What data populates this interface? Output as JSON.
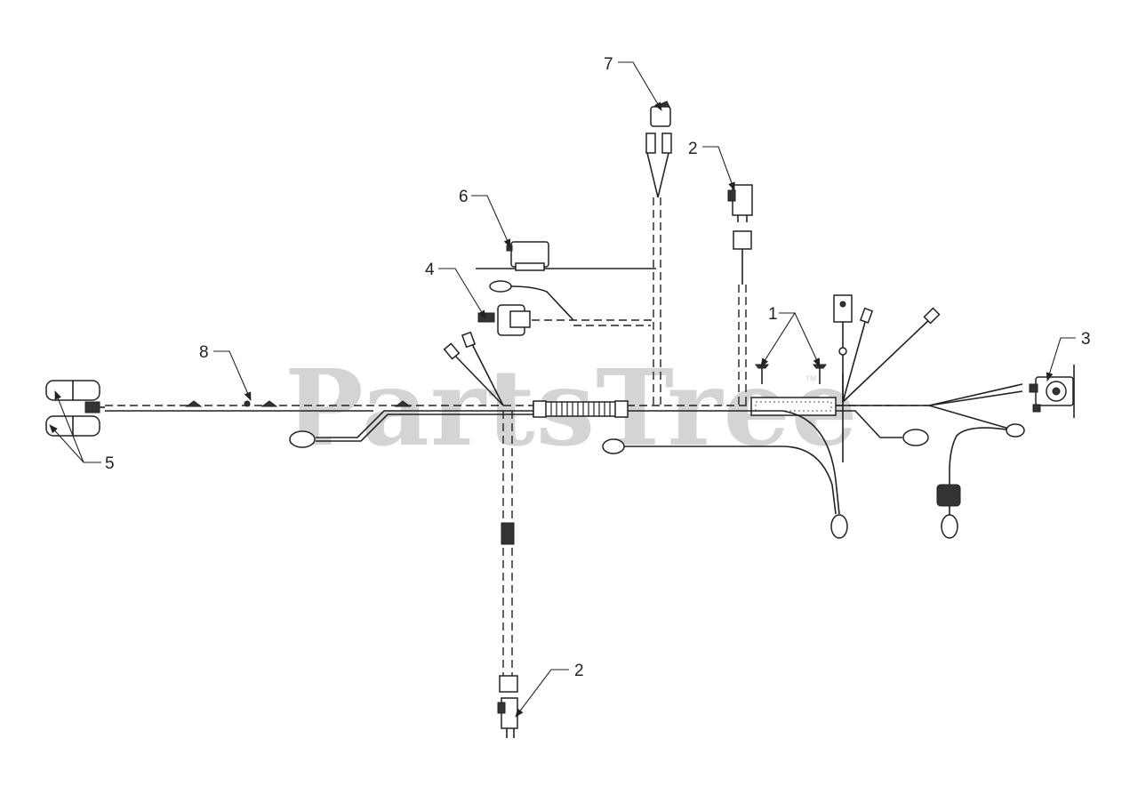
{
  "watermark": {
    "text": "PartsTree",
    "mark": "™"
  },
  "callouts": [
    {
      "id": "c1",
      "label": "1"
    },
    {
      "id": "c2a",
      "label": "2"
    },
    {
      "id": "c2b",
      "label": "2"
    },
    {
      "id": "c3",
      "label": "3"
    },
    {
      "id": "c4",
      "label": "4"
    },
    {
      "id": "c5",
      "label": "5"
    },
    {
      "id": "c6",
      "label": "6"
    },
    {
      "id": "c7",
      "label": "7"
    },
    {
      "id": "c8",
      "label": "8"
    }
  ]
}
